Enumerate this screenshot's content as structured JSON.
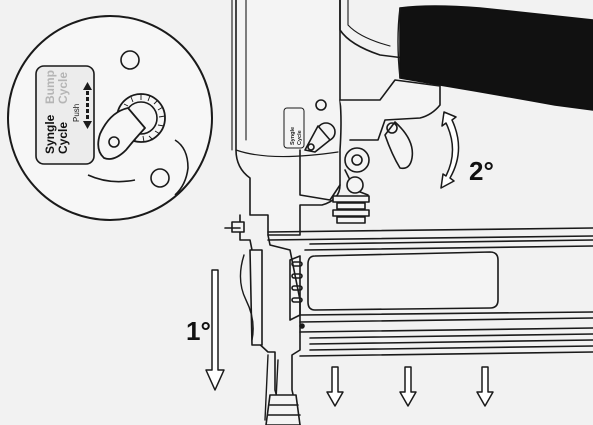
{
  "step_labels": {
    "step_1": "1°",
    "step_2": "2°"
  },
  "mode_switch": {
    "single_line1": "Syngle",
    "single_line2": "Cycle",
    "bump_line1": "Bump",
    "bump_line2": "Cycle",
    "push_label": "Push"
  },
  "tool_label": {
    "single_line1": "Syngle",
    "single_line2": "Cycle"
  },
  "colors": {
    "background": "#f2f2f2",
    "line": "#1a1a1a",
    "handle": "#111111",
    "arrow_fill": "#ffffff",
    "faded_text": "#b5b5b5"
  }
}
